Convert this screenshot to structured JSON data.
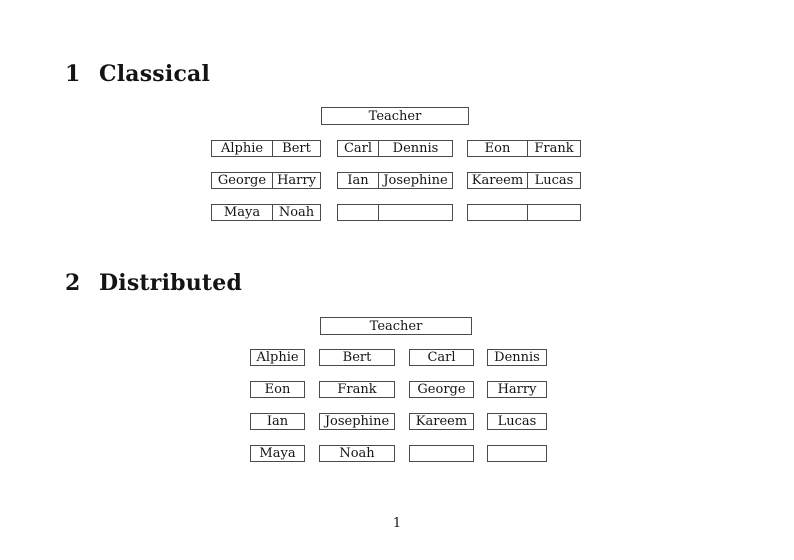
{
  "document": {
    "page_number": "1"
  },
  "colors": {
    "background": "#ffffff",
    "border": "#4a4a4a",
    "text": "#141414"
  },
  "sections": [
    {
      "number": "1",
      "title": "Classical",
      "teacher_label": "Teacher",
      "grid": [
        [
          [
            "Alphie",
            "Bert"
          ],
          [
            "Carl",
            "Dennis"
          ],
          [
            "Eon",
            "Frank"
          ]
        ],
        [
          [
            "George",
            "Harry"
          ],
          [
            "Ian",
            "Josephine"
          ],
          [
            "Kareem",
            "Lucas"
          ]
        ],
        [
          [
            "Maya",
            "Noah"
          ],
          [
            "",
            ""
          ],
          [
            "",
            ""
          ]
        ]
      ]
    },
    {
      "number": "2",
      "title": "Distributed",
      "teacher_label": "Teacher",
      "grid": [
        [
          "Alphie",
          "Bert",
          "Carl",
          "Dennis"
        ],
        [
          "Eon",
          "Frank",
          "George",
          "Harry"
        ],
        [
          "Ian",
          "Josephine",
          "Kareem",
          "Lucas"
        ],
        [
          "Maya",
          "Noah",
          "",
          ""
        ]
      ]
    }
  ]
}
